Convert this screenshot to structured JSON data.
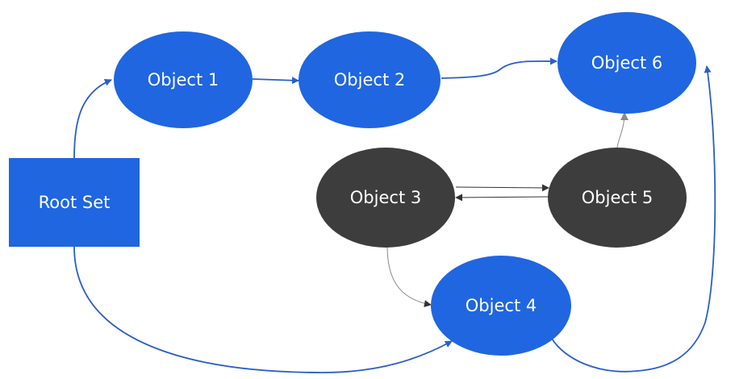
{
  "diagram": {
    "type": "object-reference-graph",
    "colors": {
      "reachable": "#1f66e0",
      "unreachable": "#3d3d3d",
      "reachable_edge": "#2a5ecb",
      "unreachable_edge": "#8a8a8a",
      "label": "#ffffff"
    },
    "nodes": {
      "root": {
        "label": "Root Set",
        "reachable": true
      },
      "obj1": {
        "label": "Object 1",
        "reachable": true
      },
      "obj2": {
        "label": "Object 2",
        "reachable": true
      },
      "obj3": {
        "label": "Object 3",
        "reachable": false
      },
      "obj4": {
        "label": "Object 4",
        "reachable": true
      },
      "obj5": {
        "label": "Object 5",
        "reachable": false
      },
      "obj6": {
        "label": "Object 6",
        "reachable": true
      }
    },
    "edges": [
      {
        "from": "Root Set",
        "to": "Object 1"
      },
      {
        "from": "Root Set",
        "to": "Object 4"
      },
      {
        "from": "Object 1",
        "to": "Object 2"
      },
      {
        "from": "Object 2",
        "to": "Object 6"
      },
      {
        "from": "Object 4",
        "to": "Object 6"
      },
      {
        "from": "Object 3",
        "to": "Object 5"
      },
      {
        "from": "Object 5",
        "to": "Object 3"
      },
      {
        "from": "Object 3",
        "to": "Object 4"
      },
      {
        "from": "Object 5",
        "to": "Object 6"
      }
    ]
  }
}
